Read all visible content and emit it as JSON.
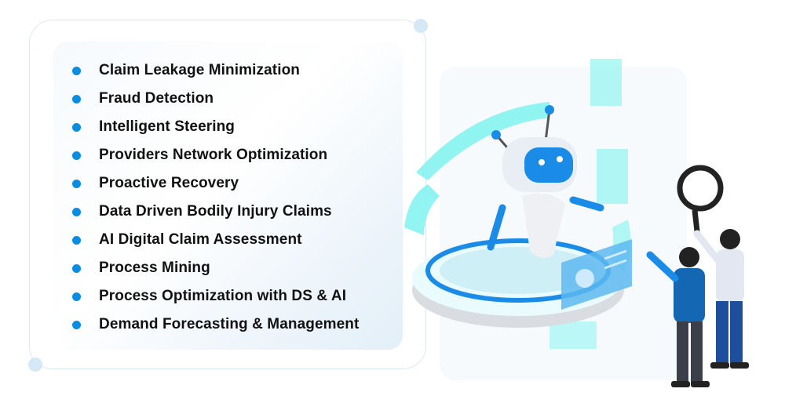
{
  "features": [
    {
      "label": "Claim Leakage Minimization"
    },
    {
      "label": "Fraud Detection"
    },
    {
      "label": "Intelligent Steering"
    },
    {
      "label": "Providers Network Optimization"
    },
    {
      "label": "Proactive Recovery"
    },
    {
      "label": "Data Driven Bodily Injury Claims"
    },
    {
      "label": "AI Digital Claim Assessment"
    },
    {
      "label": "Process Mining"
    },
    {
      "label": "Process Optimization with DS & AI"
    },
    {
      "label": "Demand Forecasting & Management"
    }
  ],
  "colors": {
    "bullet": "#0a8de0",
    "accent_cyan": "#7ff3f0",
    "robot_blue": "#1a8be6"
  }
}
